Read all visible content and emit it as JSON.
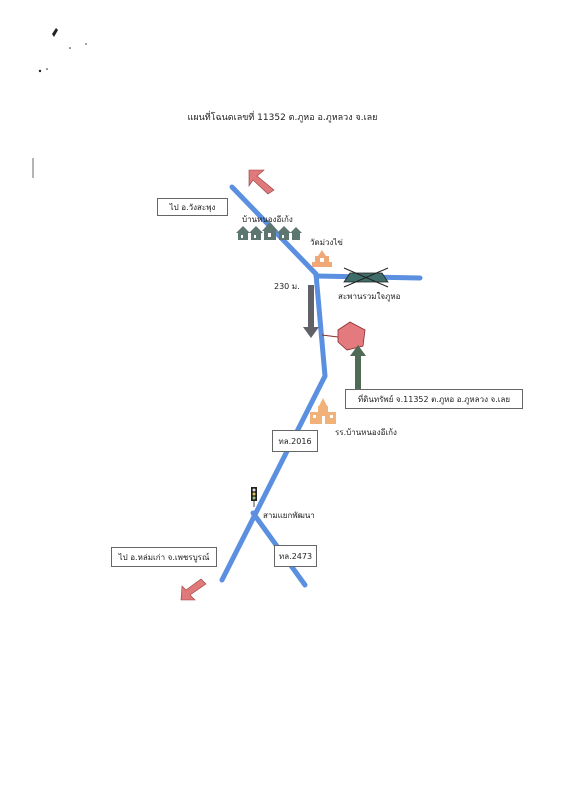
{
  "title": "แผนที่โฉนดเลขที่ 11352 ต.ภูหอ อ.ภูหลวง จ.เลย",
  "labels": {
    "to_wang_saphung": "ไป อ.วังสะพุง",
    "village": "บ้านหนองอีเก้ง",
    "temple": "วัดม่วงไข่",
    "distance": "230 ม.",
    "bridge": "สะพานรวมใจภูหอ",
    "property": "ที่ดินทรัพย์ จ.11352 ต.ภูหอ อ.ภูหลวง จ.เลย",
    "school": "รร.บ้านหนองอีเก้ง",
    "highway_2016": "ทล.2016",
    "junction": "สามแยกพัฒนา",
    "to_lom_kao": "ไป อ.หล่มเก่า จ.เพชรบูรณ์",
    "highway_2473": "ทล.2473"
  },
  "colors": {
    "road": "#5b8fe0",
    "arrow_pink": "#e07a7a",
    "arrow_gray": "#5f6166",
    "arrow_green": "#4f6a55",
    "property_fill": "#e47a7e",
    "bridge_fill": "#3f6e6a",
    "temple": "#f0a878",
    "school": "#f1b27a",
    "house": "#5e7670"
  },
  "icons": [
    "north-arrow-icon",
    "village-houses-icon",
    "temple-icon",
    "bridge-icon",
    "property-marker-icon",
    "school-icon",
    "traffic-light-icon",
    "southwest-arrow-icon",
    "distance-arrow-icon",
    "property-pointer-arrow-icon"
  ]
}
